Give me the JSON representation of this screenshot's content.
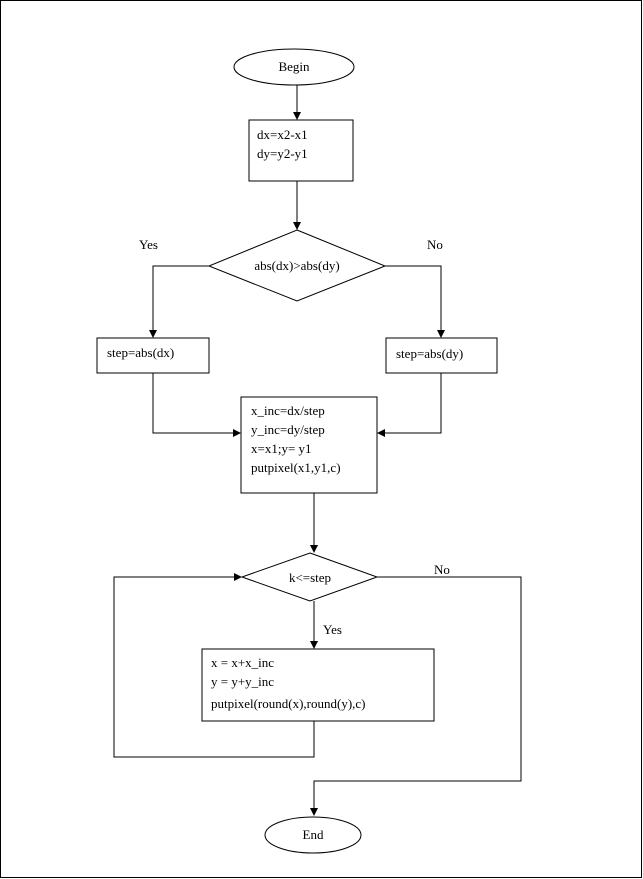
{
  "flowchart": {
    "begin": "Begin",
    "compute_deltas": [
      "dx=x2-x1",
      "dy=y2-y1"
    ],
    "decision_abs": "abs(dx)>abs(dy)",
    "yes_label_1": "Yes",
    "no_label_1": "No",
    "step_dx": "step=abs(dx)",
    "step_dy": "step=abs(dy)",
    "init_block": [
      "x_inc=dx/step",
      "y_inc=dy/step",
      "x=x1;y= y1",
      "putpixel(x1,y1,c)"
    ],
    "decision_loop": "k<=step",
    "yes_label_2": "Yes",
    "no_label_2": "No",
    "loop_block": [
      "x = x+x_inc",
      "y = y+y_inc",
      "putpixel(round(x),round(y),c)"
    ],
    "end": "End"
  }
}
